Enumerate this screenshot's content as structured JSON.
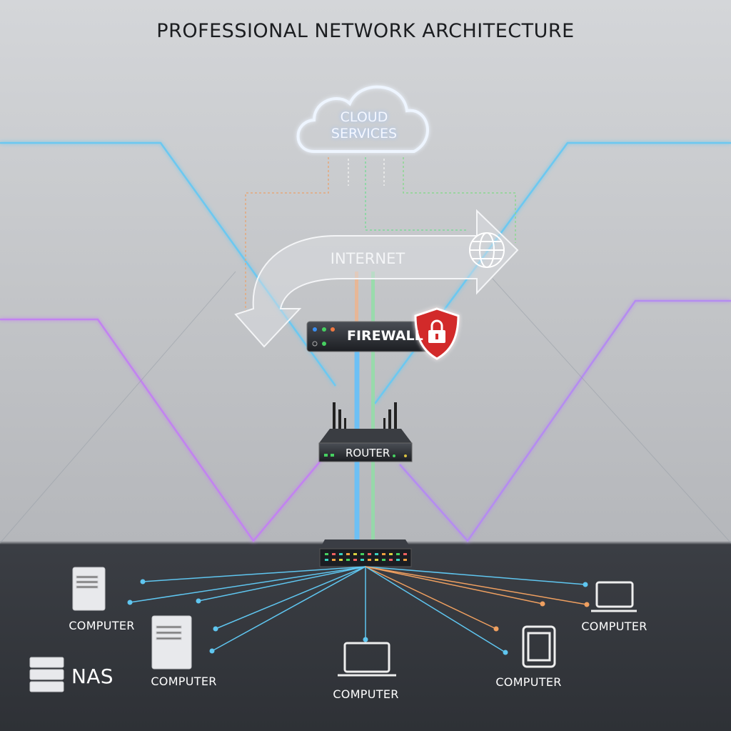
{
  "title": "PROFESSIONAL NETWORK ARCHITECTURE",
  "cloud": {
    "line1": "CLOUD",
    "line2": "SERVICES"
  },
  "internet_label": "INTERNET",
  "firewall_label": "FIREWALL",
  "router_label": "ROUTER",
  "devices": {
    "computer_1": "COMPUTER",
    "computer_2": "COMPUTER",
    "computer_3": "COMPUTER",
    "computer_4": "COMPUTER",
    "computer_5": "COMPUTER",
    "nas": "NAS"
  },
  "colors": {
    "blue": "#5fc6f0",
    "purple": "#c07cf0",
    "green": "#6fe08a",
    "orange": "#f0a060",
    "red": "#e83a3a"
  }
}
